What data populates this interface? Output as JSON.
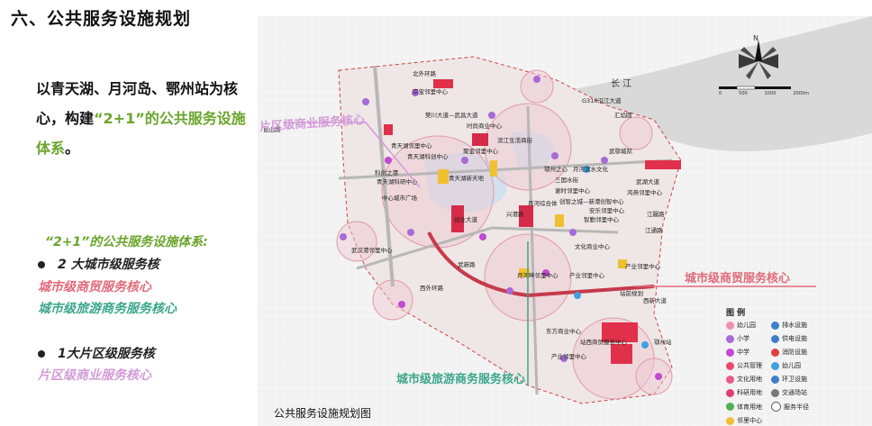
{
  "slide": {
    "title": "六、公共服务设施规划",
    "intro_prefix": "以青天湖、月河岛、鄂州站为核心，构建",
    "intro_highlight": "“2+1”的公共服务设施体系",
    "intro_suffix": "。",
    "system_heading": "“2+1”的公共服务设施体系:",
    "bullet1": "2 大城市级服务核",
    "bullet1_item1": "城市级商贸服务核心",
    "bullet1_item2": "城市级旅游商务服务核心",
    "bullet2": "1大片区级服务核",
    "bullet2_item1": "片区级商业服务核心"
  },
  "map": {
    "caption": "公共服务设施规划图",
    "river_label": "长 江",
    "north_label": "N",
    "scale_labels": [
      "0",
      "500",
      "1000",
      "2000m"
    ],
    "callouts": {
      "district": "片区级商业服务核心",
      "commerce": "城市级商贸服务核心",
      "tourism": "城市级旅游商务服务核心"
    },
    "colors": {
      "commerce": "#e26a7a",
      "tourism": "#3ba68a",
      "district": "#d39bd8",
      "highlight": "#6aa52c"
    },
    "place_labels": [
      {
        "id": "beiwaihuan",
        "text": "北外环路"
      },
      {
        "id": "zongbao",
        "text": "宗宝邻里中心"
      },
      {
        "id": "wubao",
        "text": "樊川大道—武昌大道"
      },
      {
        "id": "shishang",
        "text": "时尚商业中心"
      },
      {
        "id": "huiyan",
        "text": "汇焰圆"
      },
      {
        "id": "g316",
        "text": "G316沿江大道"
      },
      {
        "id": "kunshan",
        "text": "昆山路"
      },
      {
        "id": "binjiang",
        "text": "滨江生活商街"
      },
      {
        "id": "wuhuan",
        "text": "武鄂城际"
      },
      {
        "id": "qingtian_nb",
        "text": "青天湖邻里中心"
      },
      {
        "id": "qingtian_kc",
        "text": "青天湖科创中心"
      },
      {
        "id": "jujin",
        "text": "聚金邻里中心"
      },
      {
        "id": "qingtian_xt",
        "text": "青天湖新天地"
      },
      {
        "id": "kechuang",
        "text": "科创之港"
      },
      {
        "id": "qingtian_ky",
        "text": "青天湖科研中心"
      },
      {
        "id": "ezhou_zhi",
        "text": "鄂州之心"
      },
      {
        "id": "yuehe_wh",
        "text": "月河滨水文化"
      },
      {
        "id": "sanguo",
        "text": "三国水街"
      },
      {
        "id": "wuhu",
        "text": "武湖大道"
      },
      {
        "id": "xieshi_nb",
        "text": "谢时邻里中心"
      },
      {
        "id": "hongyan",
        "text": "鸿燕邻里中心"
      },
      {
        "id": "chuangzhi",
        "text": "创智之城—新港创智中心"
      },
      {
        "id": "yuehe_zh",
        "text": "月河综合体"
      },
      {
        "id": "zhongxin",
        "text": "中心城市广场"
      },
      {
        "id": "chuangye",
        "text": "创业大道"
      },
      {
        "id": "xinggang",
        "text": "兴港路"
      },
      {
        "id": "anle",
        "text": "安乐邻里中心"
      },
      {
        "id": "zhiqin",
        "text": "智勤邻里中心"
      },
      {
        "id": "jiangtong",
        "text": "江通路"
      },
      {
        "id": "wuhan_nb",
        "text": "武汉港邻里中心"
      },
      {
        "id": "wenhua",
        "text": "文化商业中心"
      },
      {
        "id": "wuxin",
        "text": "武新路"
      },
      {
        "id": "yueqiao",
        "text": "月河畔邻里中心"
      },
      {
        "id": "chanye_nb1",
        "text": "产业邻里中心"
      },
      {
        "id": "chanye_nb2",
        "text": "产业邻里中心"
      },
      {
        "id": "xiwai",
        "text": "西外环路"
      },
      {
        "id": "zhanqian",
        "text": "站前规划"
      },
      {
        "id": "xinda",
        "text": "西新大道"
      },
      {
        "id": "dongfang",
        "text": "东方商业中心"
      },
      {
        "id": "zhanxi",
        "text": "站西商贸服务中心"
      },
      {
        "id": "ezhouzhan",
        "text": "鄂州站"
      },
      {
        "id": "chanye_nb3",
        "text": "产业邻里中心"
      },
      {
        "id": "jiangyu",
        "text": "江疆路"
      }
    ],
    "legend": {
      "title": "图 例",
      "items": [
        {
          "label": "幼儿园",
          "color": "#f08fb5"
        },
        {
          "label": "排水设施",
          "color": "#3d7fc9"
        },
        {
          "label": "小学",
          "color": "#a86ad6"
        },
        {
          "label": "供电设施",
          "color": "#3d7fc9"
        },
        {
          "label": "中学",
          "color": "#c04ad0"
        },
        {
          "label": "消防设施",
          "color": "#e04040"
        },
        {
          "label": "公共管理",
          "color": "#e84a6e"
        },
        {
          "label": "幼儿园",
          "color": "#3da0e0"
        },
        {
          "label": "文化用地",
          "color": "#e85a8a"
        },
        {
          "label": "环卫设施",
          "color": "#3d7fc9"
        },
        {
          "label": "科研用地",
          "color": "#e04070"
        },
        {
          "label": "交通场站",
          "color": "#777777"
        },
        {
          "label": "体育用地",
          "color": "#50b050"
        },
        {
          "label": "服务半径",
          "color": "#ffffff"
        },
        {
          "label": "邻里中心",
          "color": "#f0c030"
        }
      ]
    }
  }
}
